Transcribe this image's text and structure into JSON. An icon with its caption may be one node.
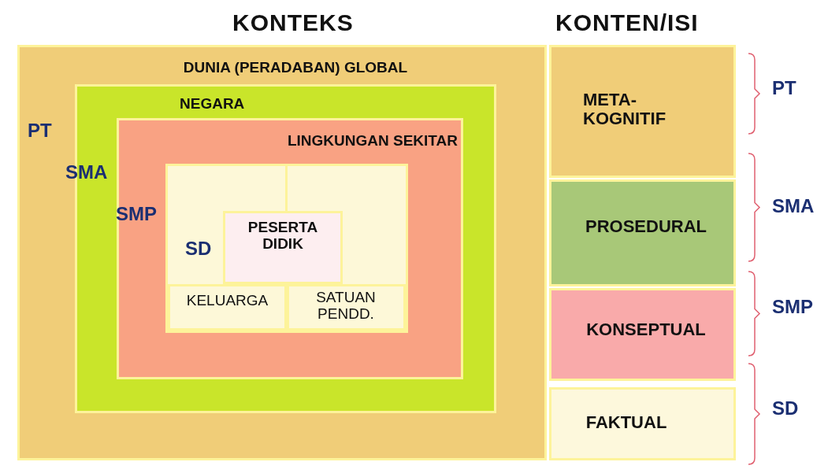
{
  "diagram": {
    "nodes": [
      {
        "text": [
          "DUNIA (PERADABAN) GLOBAL"
        ]
      },
      {
        "text": [
          "NEGARA"
        ],
        "in": 0
      },
      {
        "text": [
          "LINGKUNGAN SEKITAR"
        ],
        "in": 1
      },
      {
        "text": [],
        "shape": "box",
        "in": 2
      },
      {
        "text": [
          "KELUARGA"
        ],
        "in": 3
      },
      {
        "text": [
          "SATUAN PENDD."
        ],
        "in": 3
      },
      {
        "text": [
          "PESERTA DIDIK"
        ],
        "in": 3
      },
      {
        "text": [
          "META-KOGNITIF"
        ]
      },
      {
        "text": [
          "PROSEDURAL"
        ]
      },
      {
        "text": [
          "KONSEPTUAL"
        ]
      },
      {
        "text": [
          "FAKTUAL"
        ]
      }
    ],
    "labels": [
      "KONTEKS",
      "KONTEN/ISI",
      "PT",
      "PT",
      "SMA",
      "SMA",
      "SMP",
      "SMP",
      "SD",
      "SD"
    ]
  }
}
